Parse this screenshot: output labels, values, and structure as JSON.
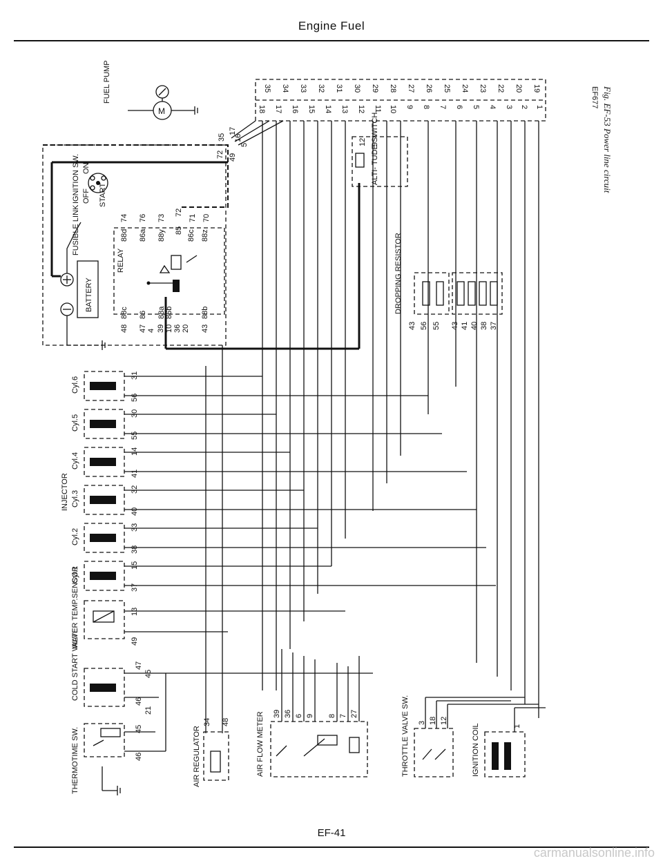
{
  "header": {
    "title": "Engine Fuel"
  },
  "footer": {
    "page": "EF-41",
    "watermark": "carmanualsonline.info"
  },
  "caption": {
    "code": "EF677",
    "figure": "Fig. EF-53 Power line circuit"
  },
  "components": {
    "fuel_pump": "FUEL PUMP",
    "ignition_sw": "IGNITION SW.",
    "off": "OFF",
    "on": "ON",
    "start": "START",
    "fusible_link": "FUSIBLE LINK",
    "battery": "BATTERY",
    "relay": "RELAY",
    "altitude_switch": "ALTI- TUDE SWITCH",
    "dropping_resistor": "DROPPING RESISTOR",
    "injector": "INJECTOR",
    "cyl6": "Cyl.6",
    "cyl5": "Cyl.5",
    "cyl4": "Cyl.4",
    "cyl3": "Cyl.3",
    "cyl2": "Cyl.2",
    "cyl1": "Cyl.1",
    "water_temp": "WATER TEMP.SENSOR",
    "cold_start": "COLD START VALVE",
    "thermotime": "THERMOTIME SW.",
    "air_regulator": "AIR REGULATOR",
    "air_flow": "AIR FLOW METER",
    "throttle": "THROTTLE VALVE SW.",
    "ignition_coil": "IGNITION COIL"
  },
  "pins": {
    "unit_top": [
      "35",
      "34",
      "33",
      "32",
      "31",
      "30",
      "29",
      "28",
      "27",
      "26",
      "25",
      "24",
      "23",
      "22",
      "20",
      "19"
    ],
    "unit_bottom": [
      "18",
      "17",
      "16",
      "15",
      "14",
      "13",
      "12",
      "11",
      "10",
      "9",
      "8",
      "7",
      "6",
      "5",
      "4",
      "3",
      "2",
      "1"
    ],
    "relay_left": [
      "88c",
      "86",
      "88a",
      "88b",
      "86b"
    ],
    "relay_left_nums": [
      "48",
      "47",
      "4",
      "39",
      "10",
      "36",
      "20",
      "43"
    ],
    "relay_right": [
      "88d",
      "86a",
      "88y",
      "85",
      "86c",
      "88z"
    ],
    "relay_right_nums": [
      "74",
      "76",
      "73",
      "72",
      "71",
      "70"
    ],
    "bus": [
      "72",
      "49",
      "35",
      "17",
      "16",
      "5"
    ],
    "alt": [
      "12",
      "9"
    ],
    "dropping": [
      "43",
      "56",
      "55"
    ],
    "dropping2": [
      "43",
      "41",
      "40",
      "38",
      "37"
    ],
    "cyl6": [
      "31",
      "56"
    ],
    "cyl5": [
      "30",
      "55"
    ],
    "cyl4": [
      "14",
      "41"
    ],
    "cyl3": [
      "32",
      "40"
    ],
    "cyl2": [
      "33",
      "38"
    ],
    "cyl1": [
      "15",
      "37"
    ],
    "water": [
      "13",
      "49"
    ],
    "cold": [
      "47",
      "45",
      "46",
      "21"
    ],
    "thermo": [
      "45",
      "46"
    ],
    "air_reg": [
      "34",
      "48"
    ],
    "air_flow": [
      "39",
      "36",
      "6",
      "9",
      "8",
      "7",
      "27"
    ],
    "throttle": [
      "3",
      "18",
      "12"
    ],
    "ign_coil": [
      "1"
    ]
  }
}
